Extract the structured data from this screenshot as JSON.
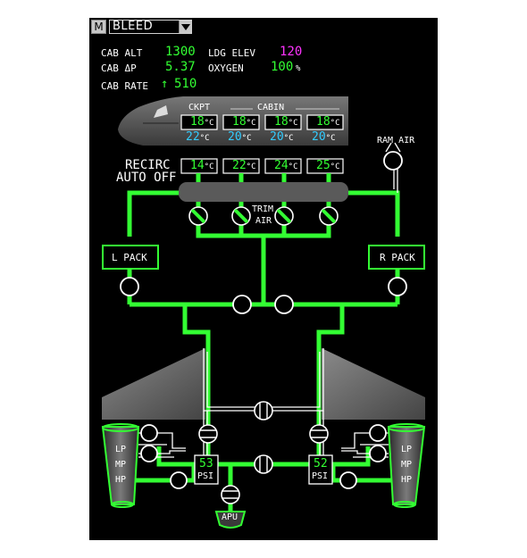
{
  "titlebar": {
    "menu_button": "M",
    "page_select": "BLEED"
  },
  "status": {
    "cab_alt_label": "CAB ALT",
    "cab_alt_value": "1300",
    "cab_dp_label": "CAB ΔP",
    "cab_dp_value": "5.37",
    "cab_rate_label": "CAB RATE",
    "cab_rate_value": "510",
    "cab_rate_arrow": "↑",
    "ldg_elev_label": "LDG ELEV",
    "ldg_elev_value": "120",
    "oxygen_label": "OXYGEN",
    "oxygen_value": "100",
    "oxygen_unit": "%"
  },
  "cabin": {
    "ckpt_label": "CKPT",
    "cabin_label": "CABIN",
    "target_temps": [
      "18",
      "18",
      "18",
      "18"
    ],
    "actual_temps": [
      "22",
      "20",
      "20",
      "20"
    ],
    "duct_temps": [
      "14",
      "22",
      "24",
      "25"
    ],
    "unit": "°C"
  },
  "recirc": {
    "line1": "RECIRC",
    "line2": "AUTO OFF"
  },
  "trim_air": {
    "line1": "TRIM",
    "line2": "AIR"
  },
  "ram_air": "RAM AIR",
  "packs": {
    "left": "L PACK",
    "right": "R PACK"
  },
  "engines": {
    "left": {
      "stages": [
        "LP",
        "MP",
        "HP"
      ],
      "psi": "53",
      "psi_unit": "PSI"
    },
    "right": {
      "stages": [
        "LP",
        "MP",
        "HP"
      ],
      "psi": "52",
      "psi_unit": "PSI"
    }
  },
  "apu": "APU",
  "colors": {
    "active_duct": "#33ff33",
    "inactive_duct": "#ffffff",
    "target_temp": "#33ff33",
    "actual_temp": "#33ccff",
    "ldg_elev": "#ff33ff",
    "background": "#000000"
  }
}
